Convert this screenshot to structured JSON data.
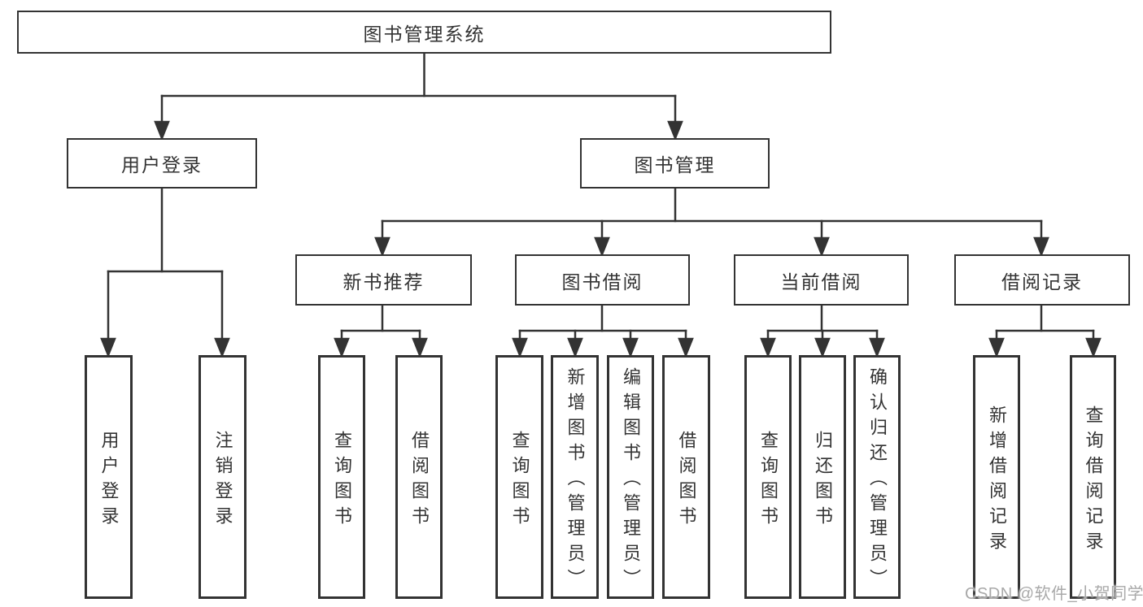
{
  "diagram_title": "图书管理系统",
  "colors": {
    "line": "#333333",
    "node_border": "#333333",
    "node_text": "#333333",
    "background": "#ffffff",
    "watermark_text": "#a9a9a9"
  },
  "nodes": {
    "root": "图书管理系统",
    "user_login": "用户登录",
    "book_mgmt": "图书管理",
    "new_book_rec": "新书推荐",
    "book_borrow": "图书借阅",
    "current_borrow": "当前借阅",
    "borrow_records": "借阅记录",
    "ul_login": "用户登录",
    "ul_logout": "注销登录",
    "nbr_query": "查询图书",
    "nbr_borrow": "借阅图书",
    "bb_query": "查询图书",
    "bb_add": "新增图书（管理员）",
    "bb_edit": "编辑图书（管理员）",
    "bb_borrow": "借阅图书",
    "cb_query": "查询图书",
    "cb_return": "归还图书",
    "cb_confirm": "确认归还（管理员）",
    "br_add": "新增借阅记录",
    "br_query": "查询借阅记录"
  },
  "hierarchy": {
    "图书管理系统": {
      "用户登录": [
        "用户登录",
        "注销登录"
      ],
      "图书管理": {
        "新书推荐": [
          "查询图书",
          "借阅图书"
        ],
        "图书借阅": [
          "查询图书",
          "新增图书（管理员）",
          "编辑图书（管理员）",
          "借阅图书"
        ],
        "当前借阅": [
          "查询图书",
          "归还图书",
          "确认归还（管理员）"
        ],
        "借阅记录": [
          "新增借阅记录",
          "查询借阅记录"
        ]
      }
    }
  },
  "watermark": "CSDN @软件_小贺同学"
}
